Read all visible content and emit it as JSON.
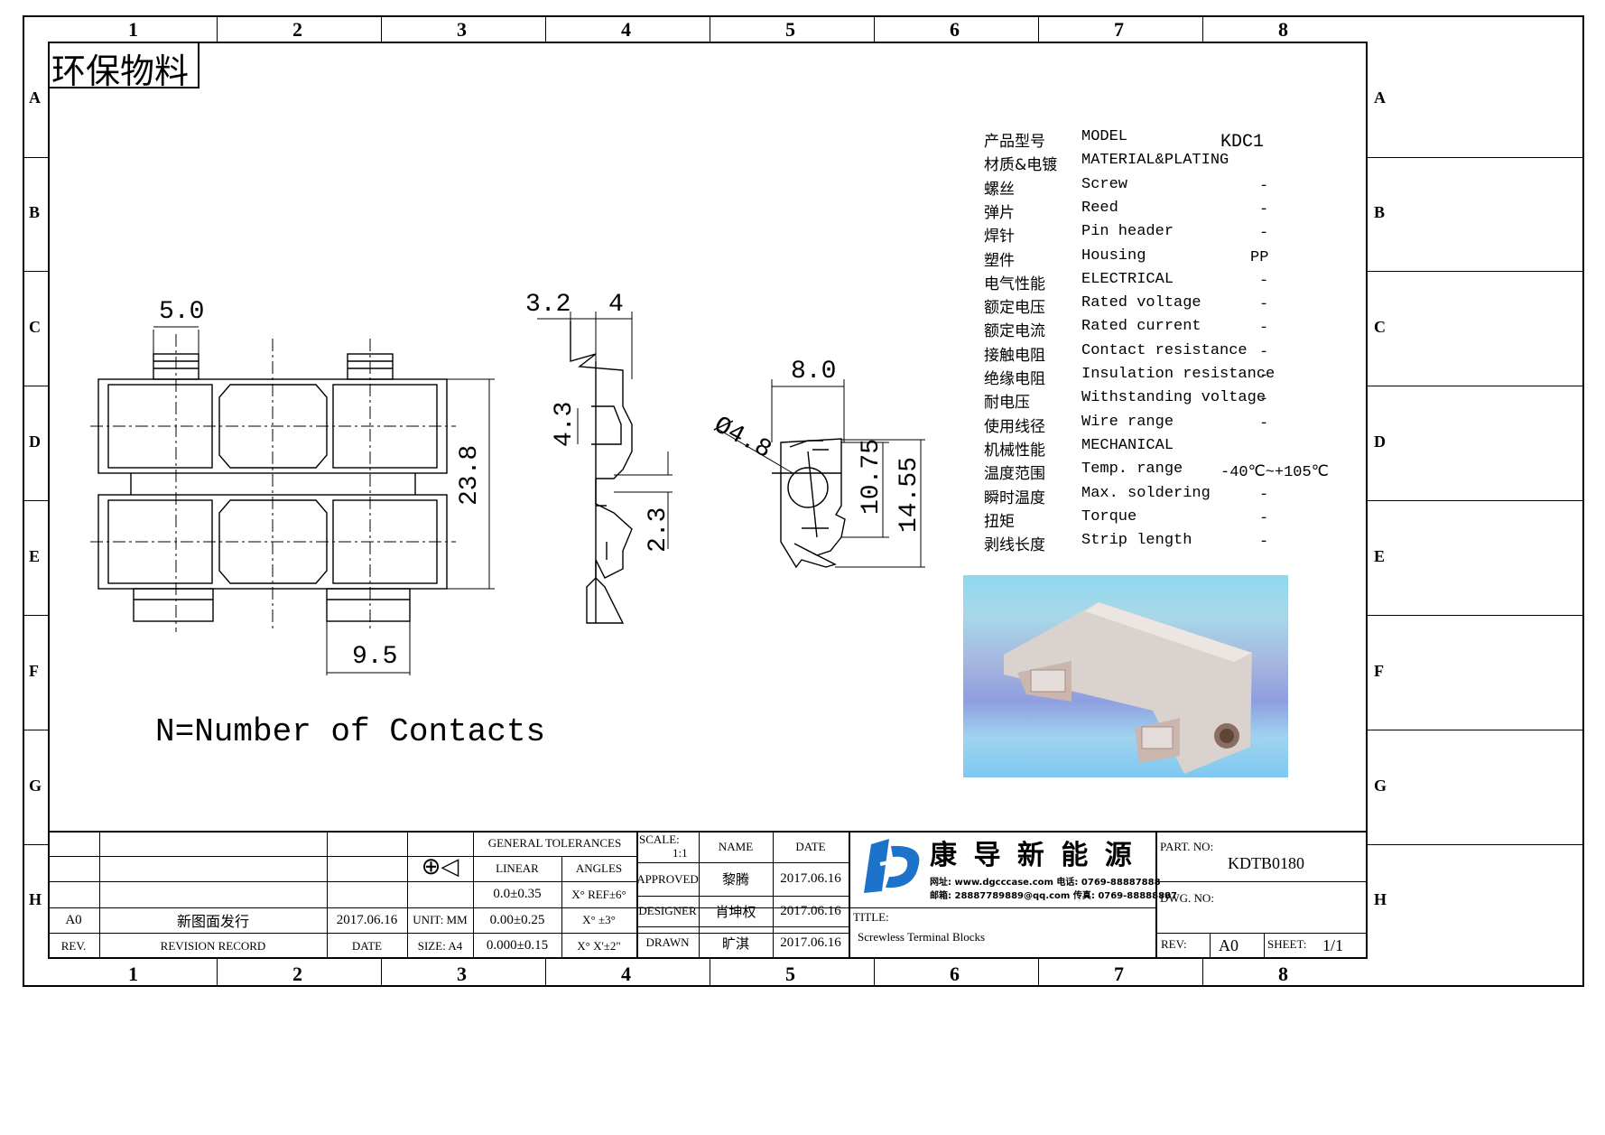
{
  "grid": {
    "columns": [
      "1",
      "2",
      "3",
      "4",
      "5",
      "6",
      "7",
      "8"
    ],
    "rows": [
      "A",
      "B",
      "C",
      "D",
      "E",
      "F",
      "G",
      "H"
    ]
  },
  "env_tag": "环保物料",
  "note": "N=Number of Contacts",
  "dimensions": {
    "top_width": "5.0",
    "bottom_width": "9.5",
    "height": "23.8",
    "side_a": "3.2",
    "side_b": "4",
    "side_c": "4.3",
    "side_d": "2.3",
    "end_width": "8.0",
    "hole_dia": "Ø4.8",
    "end_h1": "10.75",
    "end_h2": "14.55"
  },
  "specs": [
    {
      "cn": "产品型号",
      "en": "MODEL",
      "val": "KDC1"
    },
    {
      "cn": "材质&电镀",
      "en": "MATERIAL&PLATING",
      "val": ""
    },
    {
      "cn": "螺丝",
      "en": "Screw",
      "val": "-"
    },
    {
      "cn": "弹片",
      "en": "Reed",
      "val": "-"
    },
    {
      "cn": "焊针",
      "en": "Pin header",
      "val": "-"
    },
    {
      "cn": "塑件",
      "en": "Housing",
      "val": "PP"
    },
    {
      "cn": "电气性能",
      "en": "ELECTRICAL",
      "val": "-"
    },
    {
      "cn": "额定电压",
      "en": "Rated voltage",
      "val": "-"
    },
    {
      "cn": "额定电流",
      "en": "Rated current",
      "val": "-"
    },
    {
      "cn": "接触电阻",
      "en": "Contact resistance",
      "val": "-"
    },
    {
      "cn": "绝缘电阻",
      "en": "Insulation resistance",
      "val": "-"
    },
    {
      "cn": "耐电压",
      "en": "Withstanding voltage",
      "val": "-"
    },
    {
      "cn": "使用线径",
      "en": "Wire range",
      "val": "-"
    },
    {
      "cn": "机械性能",
      "en": "MECHANICAL",
      "val": ""
    },
    {
      "cn": "温度范围",
      "en": "Temp. range",
      "val": "-40℃~+105℃"
    },
    {
      "cn": "瞬时温度",
      "en": "Max. soldering",
      "val": "-"
    },
    {
      "cn": "扭矩",
      "en": "Torque",
      "val": "-"
    },
    {
      "cn": "剥线长度",
      "en": "Strip length",
      "val": "-"
    }
  ],
  "title_block": {
    "rev_rows": [
      {
        "rev": "A0",
        "record": "新图面发行",
        "date": "2017.06.16"
      }
    ],
    "rev_header": {
      "rev": "REV.",
      "record": "REVISION RECORD",
      "date": "DATE"
    },
    "tolerances": {
      "title": "GENERAL TOLERANCES",
      "linear_hdr": "LINEAR",
      "angles_hdr": "ANGLES",
      "linear": [
        "0.0±0.35",
        "0.00±0.25",
        "0.000±0.15"
      ],
      "angles": [
        "X° REF±6°",
        "X° ±3°",
        "X° X'±2\""
      ]
    },
    "unit": "UNIT: MM",
    "size": "SIZE: A4",
    "scale_label": "SCALE:",
    "scale_value": "1:1",
    "name_hdr": "NAME",
    "date_hdr": "DATE",
    "approved": {
      "role": "APPROVED",
      "name": "黎腾",
      "date": "2017.06.16"
    },
    "designer": {
      "role": "DESIGNER",
      "name": "肖坤权",
      "date": "2017.06.16"
    },
    "drawn": {
      "role": "DRAWN",
      "name": "旷淇",
      "date": "2017.06.16"
    },
    "company": "康 导 新 能 源",
    "contact_line1": "网址: www.dgcccase.com  电话: 0769-88887888",
    "contact_line2": "邮箱: 28887789889@qq.com  传真: 0769-88888887",
    "title_label": "TITLE:",
    "title_value": "Screwless Terminal Blocks",
    "part_no_label": "PART. NO:",
    "part_no": "KDTB0180",
    "dwg_no_label": "DWG. NO:",
    "rev_label": "REV:",
    "rev_value": "A0",
    "sheet_label": "SHEET:",
    "sheet_value": "1/1"
  },
  "colors": {
    "logo_blue": "#1d73c9",
    "photo_sky": "#7ec8f0",
    "photo_part": "#d9d2cf"
  }
}
